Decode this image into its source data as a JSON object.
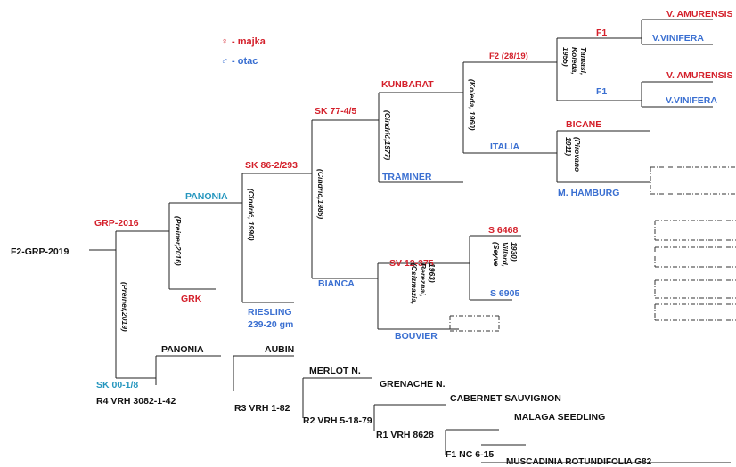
{
  "legend": {
    "female": {
      "symbol": "♀",
      "text": "- majka",
      "color": "#d4202b"
    },
    "male": {
      "symbol": "♂",
      "text": "- otac",
      "color": "#3a6fd1"
    }
  },
  "colors": {
    "red": "#d4202b",
    "blue": "#3a6fd1",
    "teal": "#2596be",
    "black": "#111111"
  },
  "nodes": {
    "root": "F2-GRP-2019",
    "grp2016": "GRP-2016",
    "sk00": "SK 00-1/8",
    "panonia_mother": "PANONIA",
    "grk": "GRK",
    "sk86": "SK 86-2/293",
    "riesling_1": "RIESLING",
    "riesling_2": "239-20 gm",
    "sk77": "SK 77-4/5",
    "bianca": "BIANCA",
    "kunbarat": "KUNBARAT",
    "traminer": "TRAMINER",
    "f2": "F2 (28/19)",
    "italia": "ITALIA",
    "f1_top": "F1",
    "f1_mid": "F1",
    "amurensis_1": "V. AMURENSIS",
    "vinifera_1": "V.VINIFERA",
    "amurensis_2": "V. AMURENSIS",
    "vinifera_2": "V.VINIFERA",
    "bicane": "BICANE",
    "hamburg": "M. HAMBURG",
    "sv12": "SV 12-375",
    "bouvier": "BOUVIER",
    "s6468": "S 6468",
    "s6905": "S 6905",
    "panonia_father": "PANONIA",
    "r4": "R4 VRH 3082-1-42",
    "aubin": "AUBIN",
    "r3": "R3 VRH 1-82",
    "merlot": "MERLOT N.",
    "r2": "R2 VRH 5-18-79",
    "grenache": "GRENACHE N.",
    "r1": "R1 VRH 8628",
    "cabernet": "CABERNET SAUVIGNON",
    "f1nc": "F1 NC 6-15",
    "malaga": "MALAGA SEEDLING",
    "muscadinia": "MUSCADINIA  ROTUNDIFOLIA G82"
  },
  "notes": {
    "preiner2019": [
      "(Preiner,2019)"
    ],
    "preiner2016": [
      "(Preiner,2016)"
    ],
    "cindric1990": [
      "(Cindrić, 1990)"
    ],
    "cindric1986": [
      "(Cindrić,1986)"
    ],
    "cindric1977": [
      "(Cindrić,1977)"
    ],
    "koleda1960": [
      "(Koleda, 1960)"
    ],
    "tamasi1955": [
      "Tamasi,",
      "Koleda,",
      "1955)"
    ],
    "pirovano1911": [
      "(Pirovano",
      "1911)"
    ],
    "csizmazia1963": [
      "(Csizmazia,",
      "Bereznai,",
      "1963)"
    ],
    "seyve1930": [
      "(Seyve",
      "Villard,",
      "1930)"
    ]
  }
}
